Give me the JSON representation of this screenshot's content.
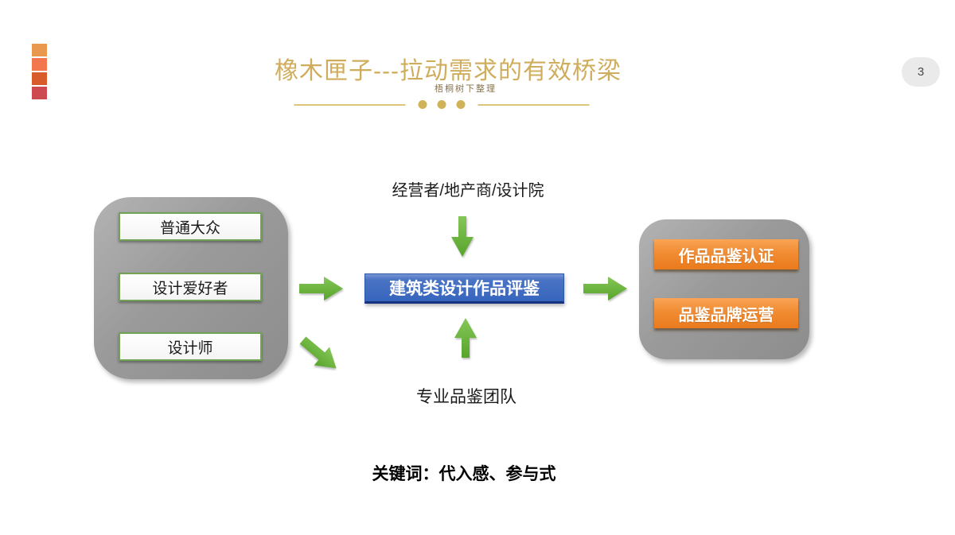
{
  "slide": {
    "page_number": "3",
    "header": {
      "title": "橡木匣子---拉动需求的有效桥梁",
      "watermark": "梧桐树下整理"
    },
    "footer_keywords": "关键词：代入感、参与式"
  },
  "diagram": {
    "left_group": {
      "items": [
        {
          "label": "普通大众"
        },
        {
          "label": "设计爱好者"
        },
        {
          "label": "设计师"
        }
      ]
    },
    "top_label": "经营者/地产商/设计院",
    "center_box_label": "建筑类设计作品评鉴",
    "bottom_label": "专业品鉴团队",
    "right_group": {
      "items": [
        {
          "label": "作品品鉴认证"
        },
        {
          "label": "品鉴品牌运营"
        }
      ]
    }
  },
  "colors": {
    "title_gold": "#cfad5d",
    "divider_gold": "#d0b258",
    "arrow_green": "#6ab23d",
    "center_box_blue": "#3765bd",
    "orange_box": "#f18c33",
    "container_gray": "#9a9a9a",
    "inner_box_border_green": "#71a356",
    "accent_squares": [
      "#e9994e",
      "#f2764e",
      "#d85c2b",
      "#ce4a51"
    ]
  }
}
